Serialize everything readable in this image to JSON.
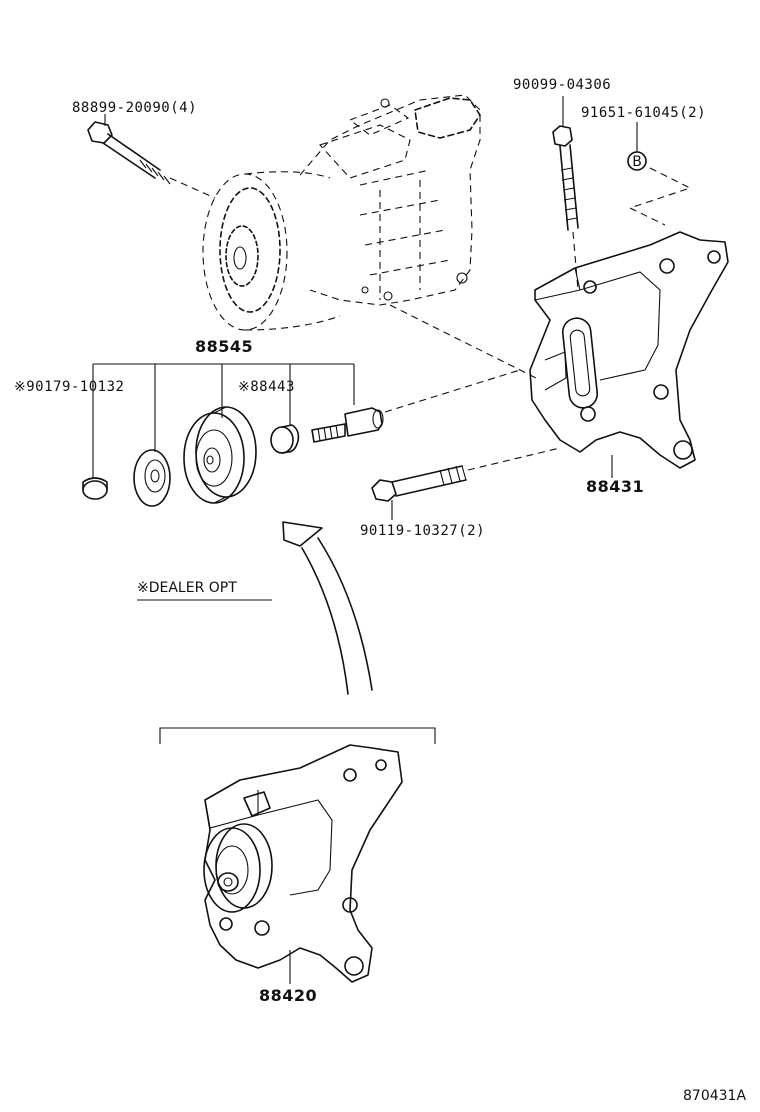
{
  "labels": {
    "bolt_compressor": "88899-20090(4)",
    "bolt_top": "90099-04306",
    "nut": "91651-61045(2)",
    "idler_kit": "88545",
    "collar_opt": "※90179-10132",
    "spacer_opt": "※88443",
    "bracket_upper": "88431",
    "bolt_lower": "90119-10327(2)",
    "dealer_opt": "※DEALER OPT",
    "bracket_assy": "88420",
    "figure_id": "870431A"
  },
  "icons": {
    "nut_symbol": "B"
  }
}
